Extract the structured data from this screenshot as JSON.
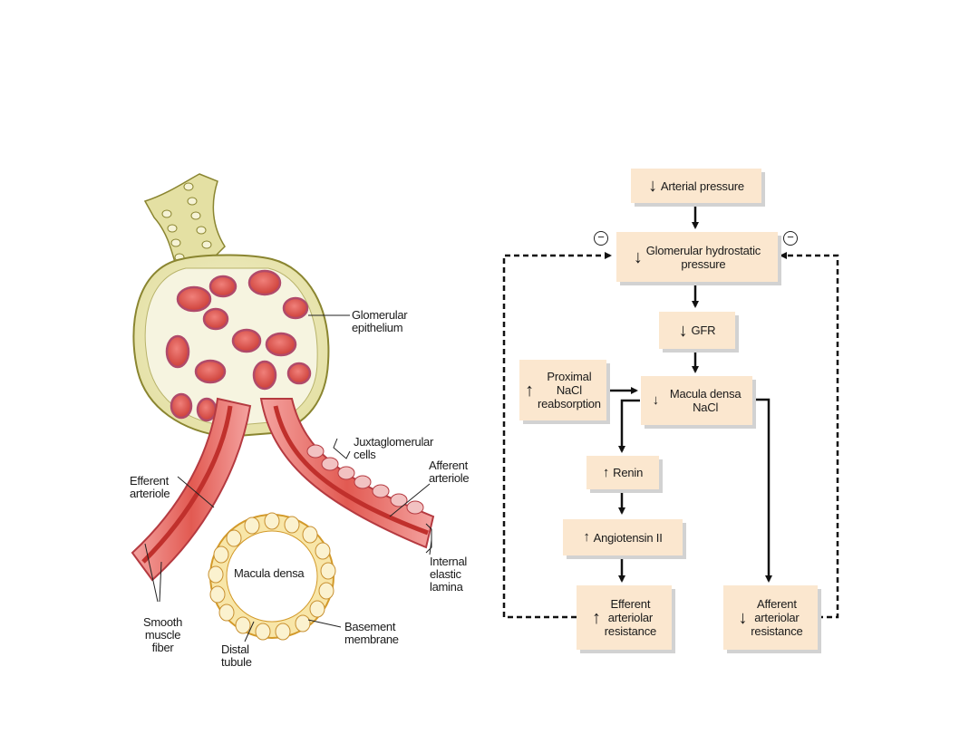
{
  "anatomy": {
    "labels": {
      "glomerular_epithelium": [
        "Glomerular",
        "epithelium"
      ],
      "juxtaglomerular_cells": [
        "Juxtaglomerular",
        "cells"
      ],
      "afferent_arteriole": [
        "Afferent",
        "arteriole"
      ],
      "efferent_arteriole": [
        "Efferent",
        "arteriole"
      ],
      "internal_elastic_lamina": [
        "Internal",
        "elastic",
        "lamina"
      ],
      "macula_densa": "Macula densa",
      "smooth_muscle_fiber": [
        "Smooth",
        "muscle",
        "fiber"
      ],
      "basement_membrane": [
        "Basement",
        "membrane"
      ],
      "distal_tubule": [
        "Distal",
        "tubule"
      ]
    }
  },
  "flowchart": {
    "boxes": {
      "arterial_pressure": {
        "arrow": "↓",
        "lines": [
          "Arterial pressure"
        ]
      },
      "glomerular_hydrostatic": {
        "arrow": "↓",
        "lines": [
          "Glomerular hydrostatic",
          "pressure"
        ]
      },
      "gfr": {
        "arrow": "↓",
        "lines": [
          "GFR"
        ]
      },
      "proximal_nacl": {
        "arrow": "↑",
        "lines": [
          "Proximal",
          "NaCl",
          "reabsorption"
        ]
      },
      "macula_densa_nacl": {
        "arrow": "↓",
        "lines": [
          "Macula densa",
          "NaCl"
        ]
      },
      "renin": {
        "arrow": "↑",
        "lines": [
          "Renin"
        ]
      },
      "angiotensin": {
        "arrow": "↑",
        "lines": [
          "Angiotensin II"
        ]
      },
      "efferent_resistance": {
        "arrow": "↑",
        "lines": [
          "Efferent",
          "arteriolar",
          "resistance"
        ]
      },
      "afferent_resistance": {
        "arrow": "↓",
        "lines": [
          "Afferent",
          "arteriolar",
          "resistance"
        ]
      }
    },
    "feedback_symbol": "−"
  }
}
